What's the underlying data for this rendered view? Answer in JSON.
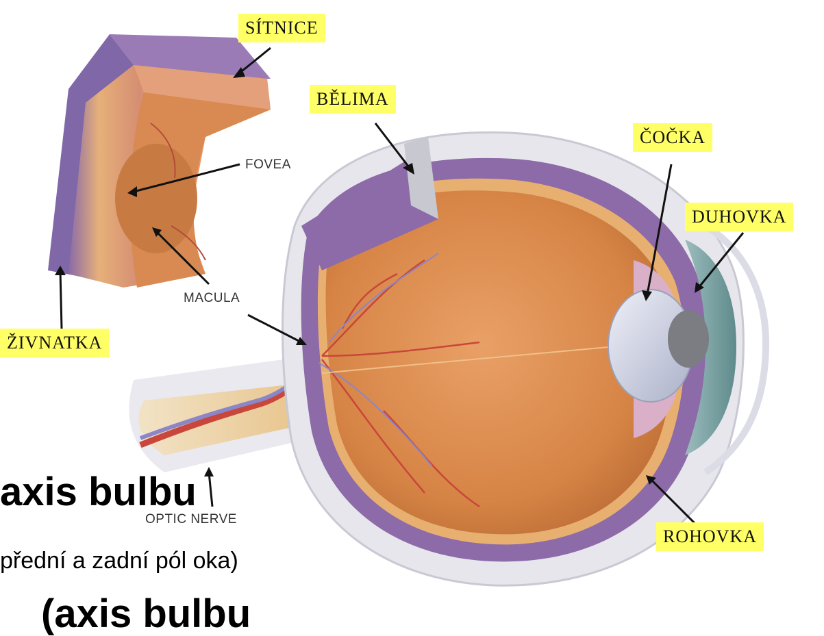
{
  "labels": {
    "sitnice": "SÍTNICE",
    "belima": "BĚLIMA",
    "cocka": "ČOČKA",
    "duhovka": "DUHOVKA",
    "zivnatka": "ŽIVNATKA",
    "rohovka": "ROHOVKA",
    "fovea": "FOVEA",
    "macula": "MACULA",
    "optic_nerve": "OPTIC NERVE"
  },
  "overlay_text": {
    "heading": "axis bulbu",
    "caption": "přední a zadní pól oka)",
    "heading_partial": "(axis bulbu"
  },
  "colors": {
    "label_bg": "#ffff66",
    "eye_interior": "#d98a4e",
    "choroid": "#8d6aa8",
    "sclera": "#e4e4ea",
    "iris": "#6f9a9a",
    "vessel_red": "#c8463a",
    "vessel_blue": "#8b86c8"
  }
}
